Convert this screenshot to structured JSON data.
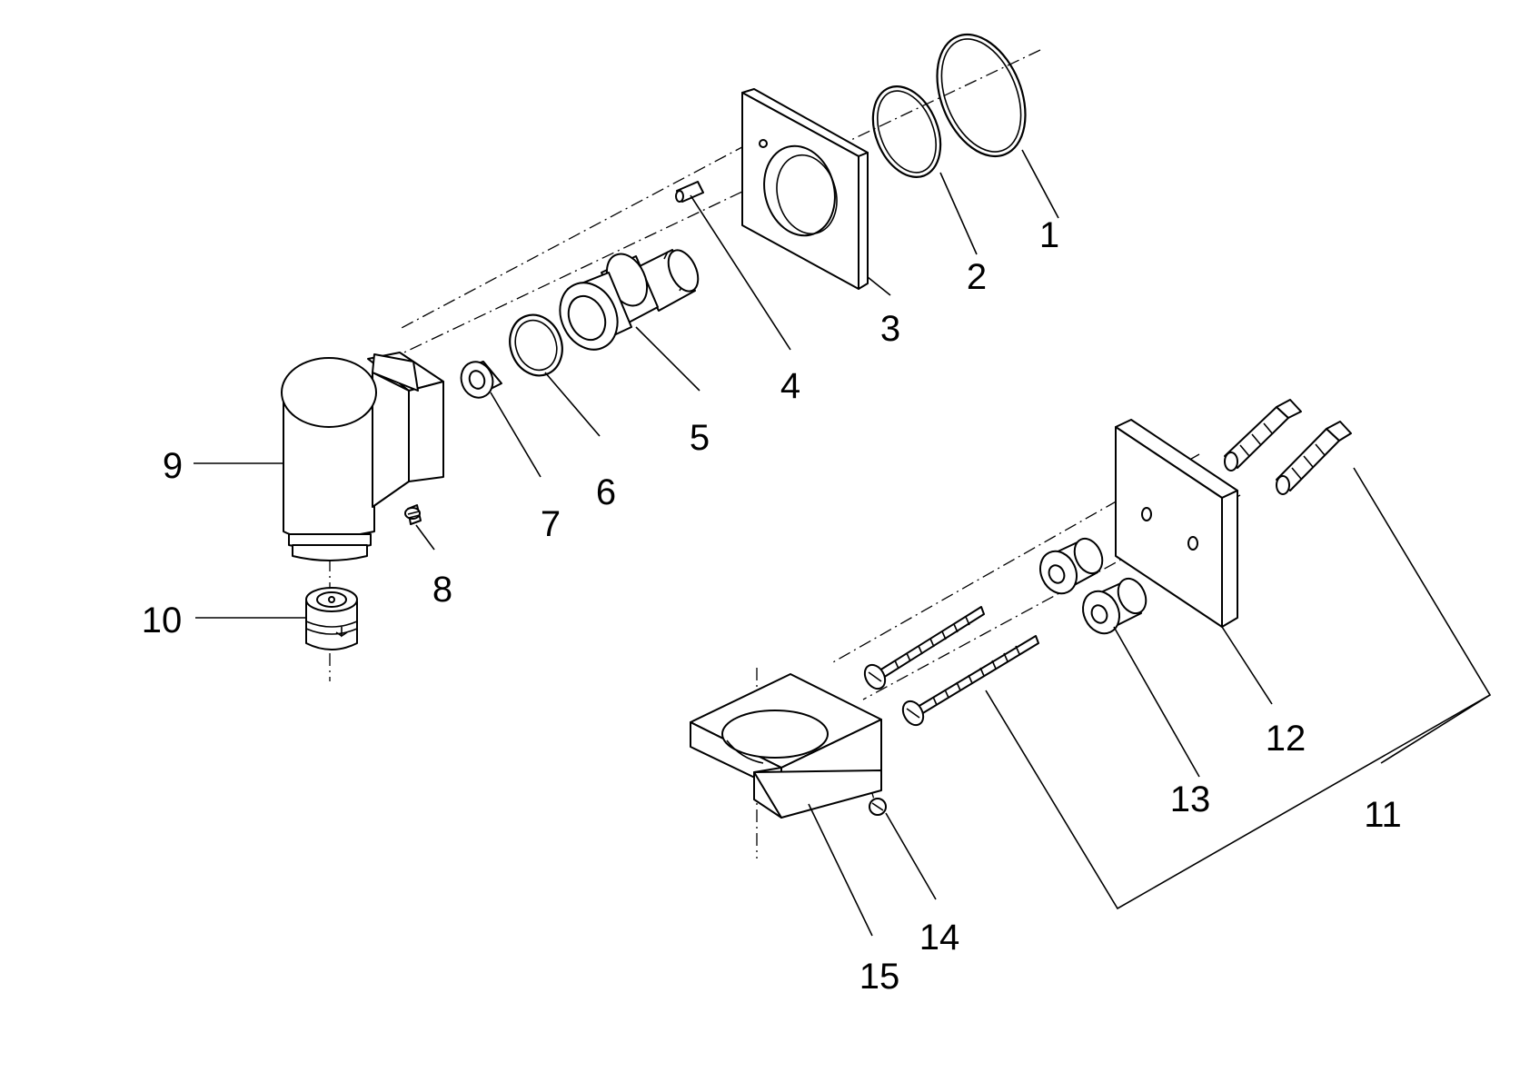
{
  "callouts": [
    {
      "id": "1",
      "text": "1"
    },
    {
      "id": "2",
      "text": "2"
    },
    {
      "id": "3",
      "text": "3"
    },
    {
      "id": "4",
      "text": "4"
    },
    {
      "id": "5",
      "text": "5"
    },
    {
      "id": "6",
      "text": "6"
    },
    {
      "id": "7",
      "text": "7"
    },
    {
      "id": "8",
      "text": "8"
    },
    {
      "id": "9",
      "text": "9"
    },
    {
      "id": "10",
      "text": "10"
    },
    {
      "id": "11",
      "text": "11"
    },
    {
      "id": "12",
      "text": "12"
    },
    {
      "id": "13",
      "text": "13"
    },
    {
      "id": "14",
      "text": "14"
    },
    {
      "id": "15",
      "text": "15"
    }
  ],
  "colors": {
    "ink": "#000000",
    "paper": "#ffffff"
  }
}
